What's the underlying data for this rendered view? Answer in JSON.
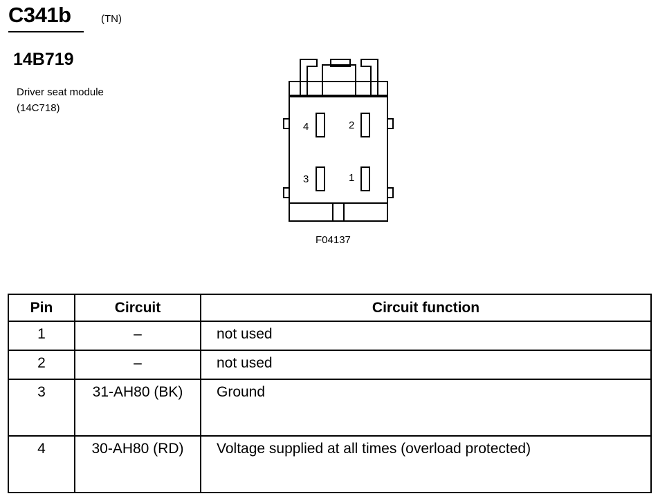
{
  "header": {
    "connector_id": "C341b",
    "harness_code": "(TN)",
    "part_number": "14B719",
    "description": "Driver seat module",
    "component_number": "(14C718)"
  },
  "diagram": {
    "pin_labels": [
      "4",
      "2",
      "3",
      "1"
    ],
    "figure_code": "F04137"
  },
  "table": {
    "headers": {
      "pin": "Pin",
      "circuit": "Circuit",
      "function": "Circuit function"
    },
    "rows": [
      {
        "pin": "1",
        "circuit": "–",
        "function": "not used"
      },
      {
        "pin": "2",
        "circuit": "–",
        "function": "not used"
      },
      {
        "pin": "3",
        "circuit": "31-AH80 (BK)",
        "function": "Ground"
      },
      {
        "pin": "4",
        "circuit": "30-AH80 (RD)",
        "function": "Voltage supplied at all times (overload protected)"
      }
    ]
  }
}
